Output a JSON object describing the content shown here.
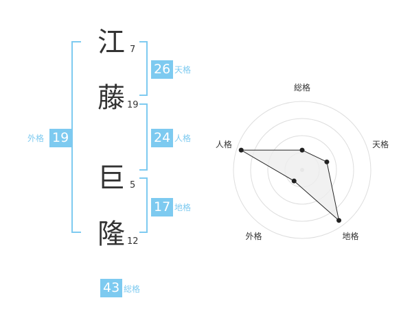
{
  "name": {
    "chars": [
      {
        "char": "江",
        "strokes": "7"
      },
      {
        "char": "藤",
        "strokes": "19"
      },
      {
        "char": "巨",
        "strokes": "5"
      },
      {
        "char": "隆",
        "strokes": "12"
      }
    ]
  },
  "kakusu": {
    "tenkaku": {
      "value": "26",
      "label": "天格"
    },
    "jinkaku": {
      "value": "24",
      "label": "人格"
    },
    "chikaku": {
      "value": "17",
      "label": "地格"
    },
    "gaikaku": {
      "value": "19",
      "label": "外格"
    },
    "soukaku": {
      "value": "43",
      "label": "総格"
    }
  },
  "chart_data": {
    "type": "radar",
    "axes": [
      "総格",
      "天格",
      "地格",
      "外格",
      "人格"
    ],
    "values": [
      1.3,
      1.7,
      4.1,
      0.9,
      4.2
    ],
    "r_range": [
      0,
      4.5
    ],
    "rings": 4,
    "grid": true,
    "colors": {
      "line": "#222222",
      "fill": "#eeeeee",
      "grid": "#dddddd",
      "accent": "#7dcaf0"
    }
  }
}
